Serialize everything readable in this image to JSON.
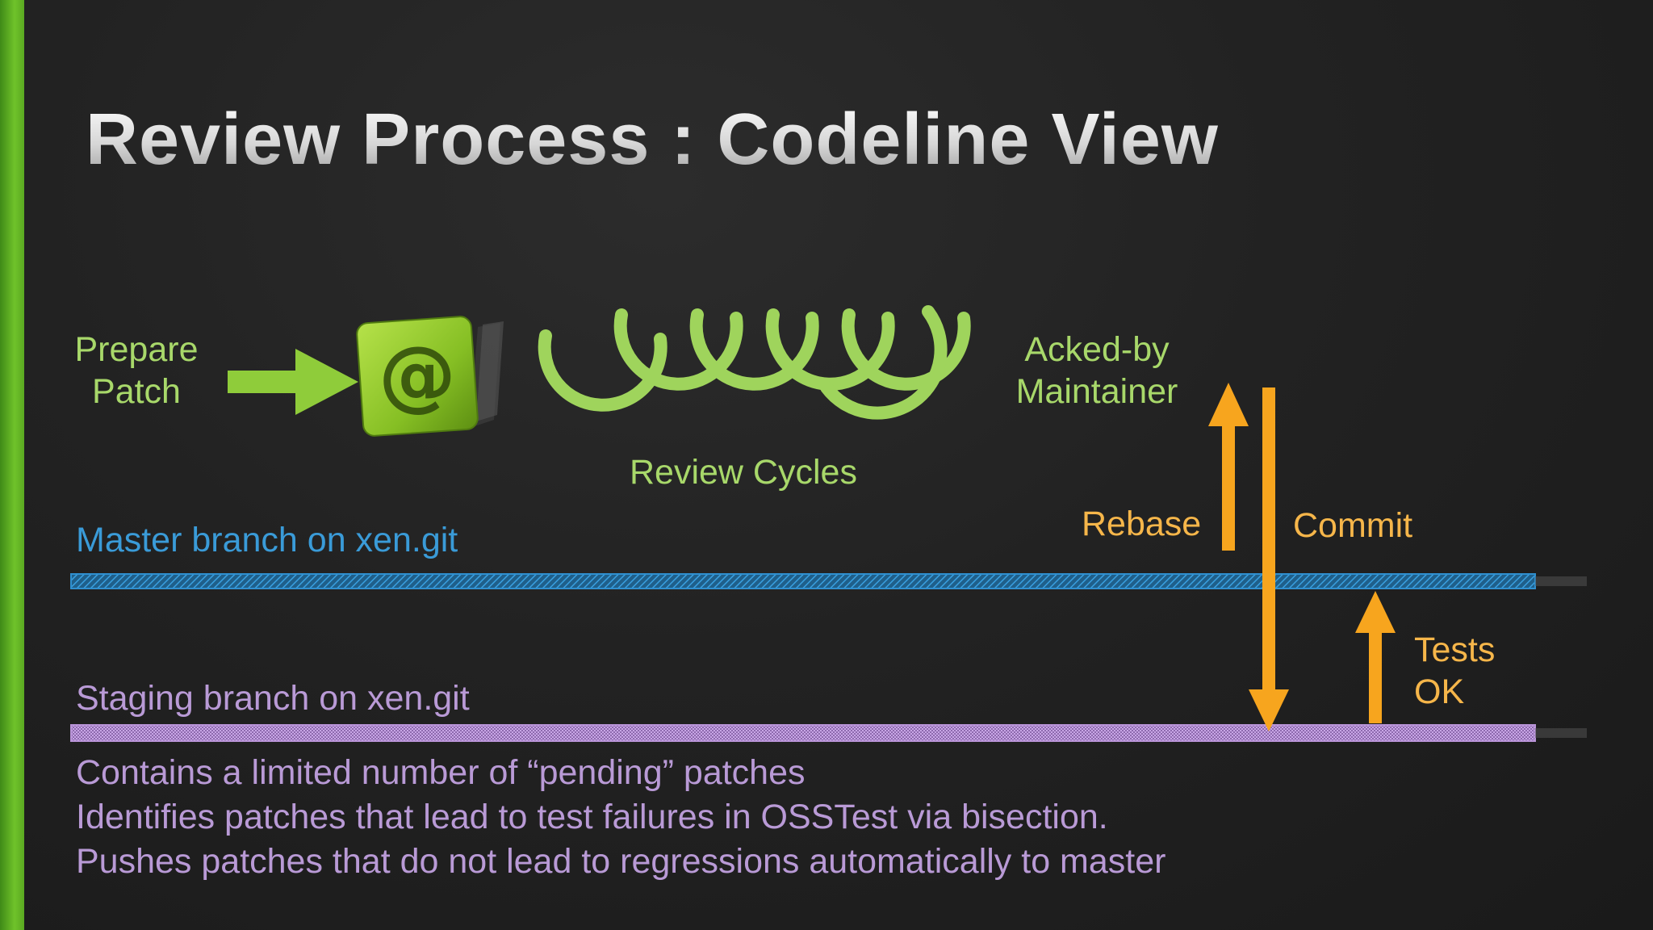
{
  "title": "Review Process : Codeline View",
  "labels": {
    "prepare_patch_line1": "Prepare",
    "prepare_patch_line2": "Patch",
    "review_cycles": "Review Cycles",
    "acked_line1": "Acked-by",
    "acked_line2": "Maintainer",
    "rebase": "Rebase",
    "commit": "Commit",
    "tests_line1": "Tests",
    "tests_line2": "OK",
    "master_branch": "Master branch on xen.git",
    "staging_branch": "Staging branch on xen.git"
  },
  "bullets": [
    "Contains a limited number of “pending” patches",
    "Identifies patches that lead to test failures in OSSTest via bisection.",
    "Pushes patches that do not lead to regressions automatically to master"
  ],
  "icons": {
    "email": "at-sign-email-icon"
  },
  "email_glyph": "@",
  "colors": {
    "accent_green": "#6fc22a",
    "diagram_green": "#a8d86a",
    "arrow_orange": "#f7a51e",
    "master_blue": "#2f8fcf",
    "staging_lilac": "#b994d8"
  }
}
